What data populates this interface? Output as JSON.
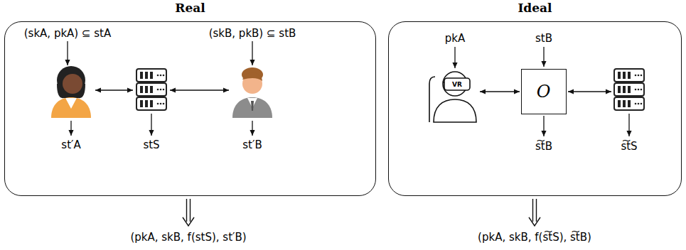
{
  "diagram": {
    "nodes": [
      {
        "text": [
          "Real"
        ]
      },
      {
        "text": [
          "Ideal"
        ]
      },
      {
        "text": [
          "O"
        ],
        "in": 1
      }
    ],
    "labels": [
      "(skA, pkA) ⊆ stA",
      "(skB, pkB) ⊆ stB",
      "st′A",
      "stS",
      "st′B",
      "(pkA, skB, f(stS), st′B)",
      "pkA",
      "stB",
      "s͠tB",
      "s͠tS",
      "(pkA, skB, f(s͠tS), s͠tB)",
      "VR"
    ]
  }
}
